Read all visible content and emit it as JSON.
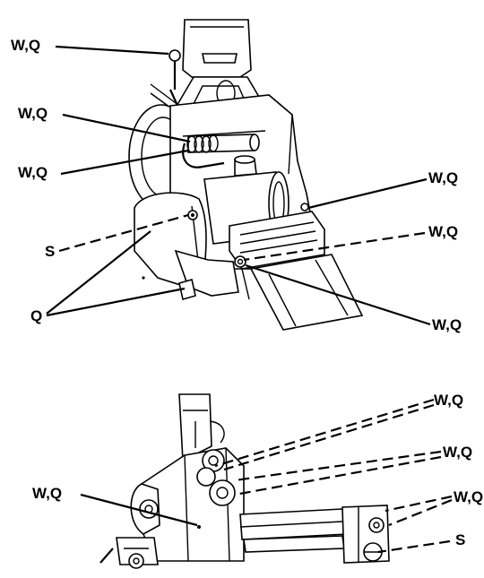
{
  "diagram": {
    "top_view": {
      "labels": [
        "W,Q",
        "W,Q",
        "W,Q",
        "S",
        "Q",
        "W,Q",
        "W,Q",
        "W,Q"
      ]
    },
    "side_view": {
      "labels": [
        "W,Q",
        "W,Q",
        "W,Q",
        "W,Q",
        "S"
      ]
    }
  }
}
